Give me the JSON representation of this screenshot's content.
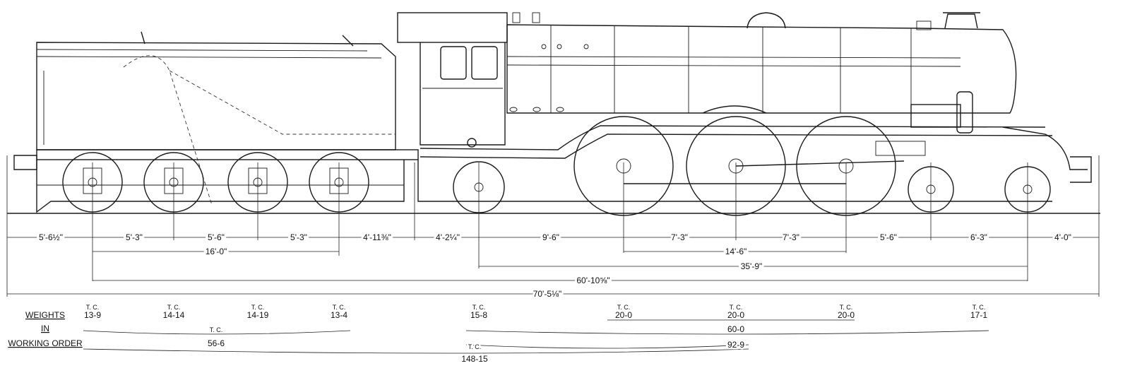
{
  "labels": {
    "weights_line1": "WEIGHTS",
    "weights_line2": "IN",
    "weights_line3": "WORKING ORDER",
    "unit": "T. C."
  },
  "dimensions": {
    "row1": [
      "5'-6½\"",
      "5'-3\"",
      "5'-6\"",
      "5'-3\"",
      "4'-11⅜\"",
      "4'-2¼\"",
      "9'-6\"",
      "7'-3\"",
      "7'-3\"",
      "5'-6\"",
      "6'-3\"",
      "4'-0\""
    ],
    "tender_wheelbase": "16'-0\"",
    "coupled_wheelbase": "14'-6\"",
    "engine_wheelbase": "35'-9\"",
    "total_wheelbase": "60'-10⅝\"",
    "overall_length": "70'-5⅛\""
  },
  "weights": {
    "axles": [
      "13-9",
      "14-14",
      "14-19",
      "13-4",
      "15-8",
      "20-0",
      "20-0",
      "20-0",
      "17-1"
    ],
    "tender_total": "56-6",
    "coupled_total": "60-0",
    "engine_total": "92-9",
    "grand_total": "148-15"
  }
}
